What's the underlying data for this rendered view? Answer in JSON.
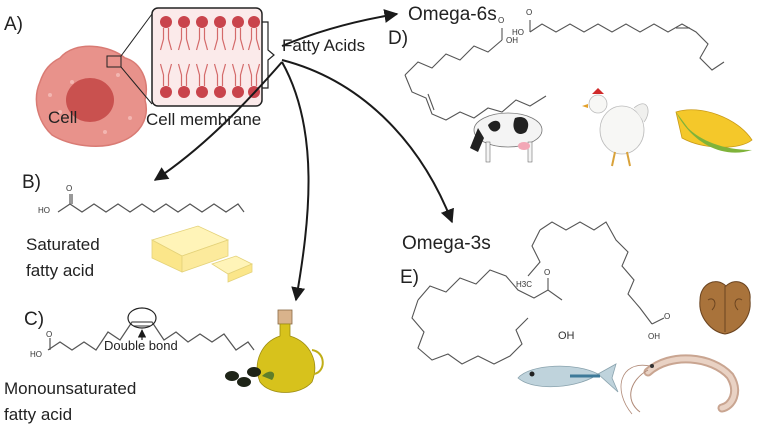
{
  "panels": {
    "a": "A)",
    "b": "B)",
    "c": "C)",
    "d": "D)",
    "e": "E)"
  },
  "labels": {
    "cell": "Cell",
    "cell_membrane": "Cell membrane",
    "fatty_acids": "Fatty Acids",
    "omega6": "Omega-6s",
    "omega3": "Omega-3s",
    "saturated": "Saturated\nfatty acid",
    "monounsaturated": "Monounsaturated\nfatty acid",
    "double_bond": "Double bond"
  },
  "chem": {
    "ho": "HO",
    "oh": "OH",
    "o": "O",
    "h3c": "H3C"
  },
  "colors": {
    "cell_fill": "#e8928b",
    "cell_nucleus": "#c9514f",
    "lipid_head": "#c9444c",
    "lipid_tail": "#d46a6a",
    "arrow": "#1a1a1a",
    "bond": "#555555"
  },
  "icons": [
    "cow-icon",
    "chicken-icon",
    "corn-icon",
    "butter-icon",
    "olive-oil-icon",
    "walnut-icon",
    "fish-icon",
    "shrimp-icon"
  ]
}
